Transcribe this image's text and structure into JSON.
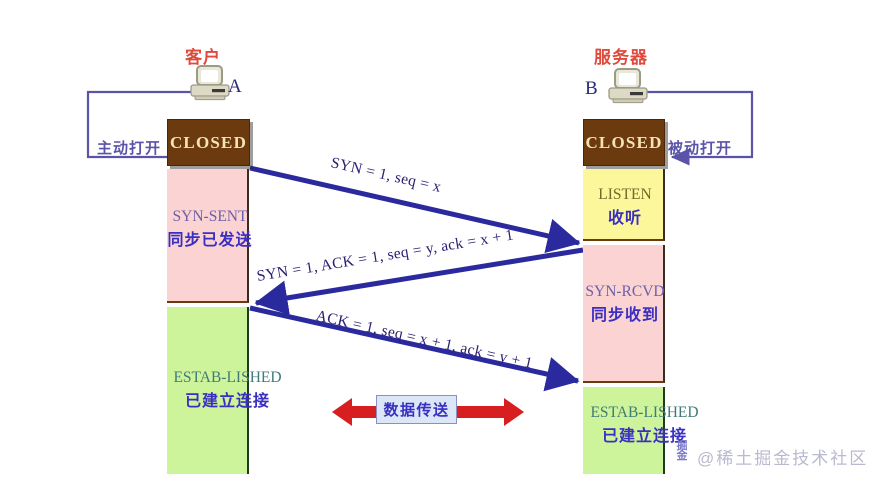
{
  "diagram": {
    "title": "TCP three-way handshake state diagram",
    "colors": {
      "closed_bg": "#6b3a0f",
      "closed_text": "#f5e3b6",
      "pink_bg": "#fbd3d2",
      "yellow_bg": "#fbf79a",
      "green_bg": "#cdf49a",
      "arrow_blue": "#2a2a9e",
      "open_label": "#5a53a8",
      "host_title": "#e04a3c",
      "data_arrow_red": "#d81f1f",
      "data_box_bg": "#dbe6f7"
    }
  },
  "client": {
    "title": "客户",
    "letter": "A",
    "icon": "computer-icon",
    "open_label": "主动打开",
    "states": [
      {
        "en": "CLOSED",
        "cn": ""
      },
      {
        "en": "SYN-SENT",
        "cn": "同步已发送"
      },
      {
        "en": "ESTAB-LISHED",
        "cn": "已建立连接"
      }
    ]
  },
  "server": {
    "title": "服务器",
    "letter": "B",
    "icon": "computer-icon",
    "open_label": "被动打开",
    "states": [
      {
        "en": "CLOSED",
        "cn": ""
      },
      {
        "en": "LISTEN",
        "cn": "收听"
      },
      {
        "en": "SYN-RCVD",
        "cn": "同步收到"
      },
      {
        "en": "ESTAB-LISHED",
        "cn": "已建立连接"
      }
    ]
  },
  "segments": [
    {
      "id": "syn",
      "label": "SYN = 1, seq = x",
      "direction": "client-to-server"
    },
    {
      "id": "syn-ack",
      "label": "SYN = 1, ACK = 1, seq = y, ack = x + 1",
      "direction": "server-to-client"
    },
    {
      "id": "ack",
      "label": "ACK = 1, seq = x + 1, ack = y + 1",
      "direction": "client-to-server"
    }
  ],
  "data_transfer": {
    "label": "数据传送"
  },
  "watermark": {
    "text": "@稀土掘金技术社区",
    "badge_line1": "掘",
    "badge_line2": "金"
  }
}
